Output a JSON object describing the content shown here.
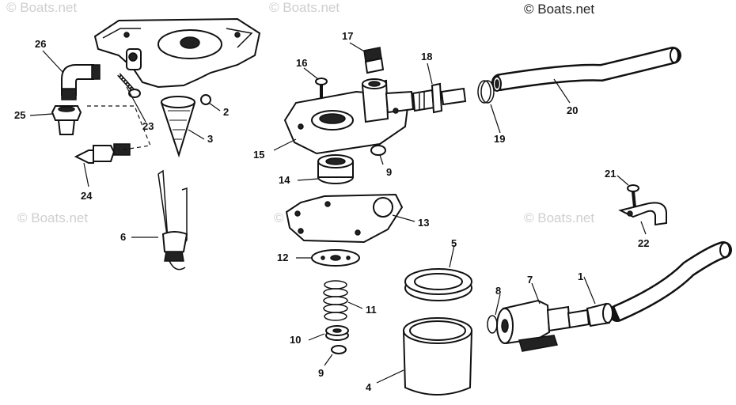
{
  "watermarks": [
    {
      "text": "© Boats.net"
    },
    {
      "text": "© Boats.net"
    },
    {
      "text": "© Boats.net"
    },
    {
      "text": "© Boats.net"
    },
    {
      "text": "© Boats.net"
    }
  ],
  "brand": "© Boats.net",
  "callouts": [
    {
      "num": "1"
    },
    {
      "num": "2"
    },
    {
      "num": "3"
    },
    {
      "num": "4"
    },
    {
      "num": "5"
    },
    {
      "num": "6"
    },
    {
      "num": "7"
    },
    {
      "num": "8"
    },
    {
      "num": "9"
    },
    {
      "num": "9"
    },
    {
      "num": "10"
    },
    {
      "num": "11"
    },
    {
      "num": "12"
    },
    {
      "num": "13"
    },
    {
      "num": "14"
    },
    {
      "num": "15"
    },
    {
      "num": "16"
    },
    {
      "num": "17"
    },
    {
      "num": "18"
    },
    {
      "num": "19"
    },
    {
      "num": "20"
    },
    {
      "num": "21"
    },
    {
      "num": "22"
    },
    {
      "num": "23"
    },
    {
      "num": "24"
    },
    {
      "num": "25"
    },
    {
      "num": "26"
    }
  ]
}
